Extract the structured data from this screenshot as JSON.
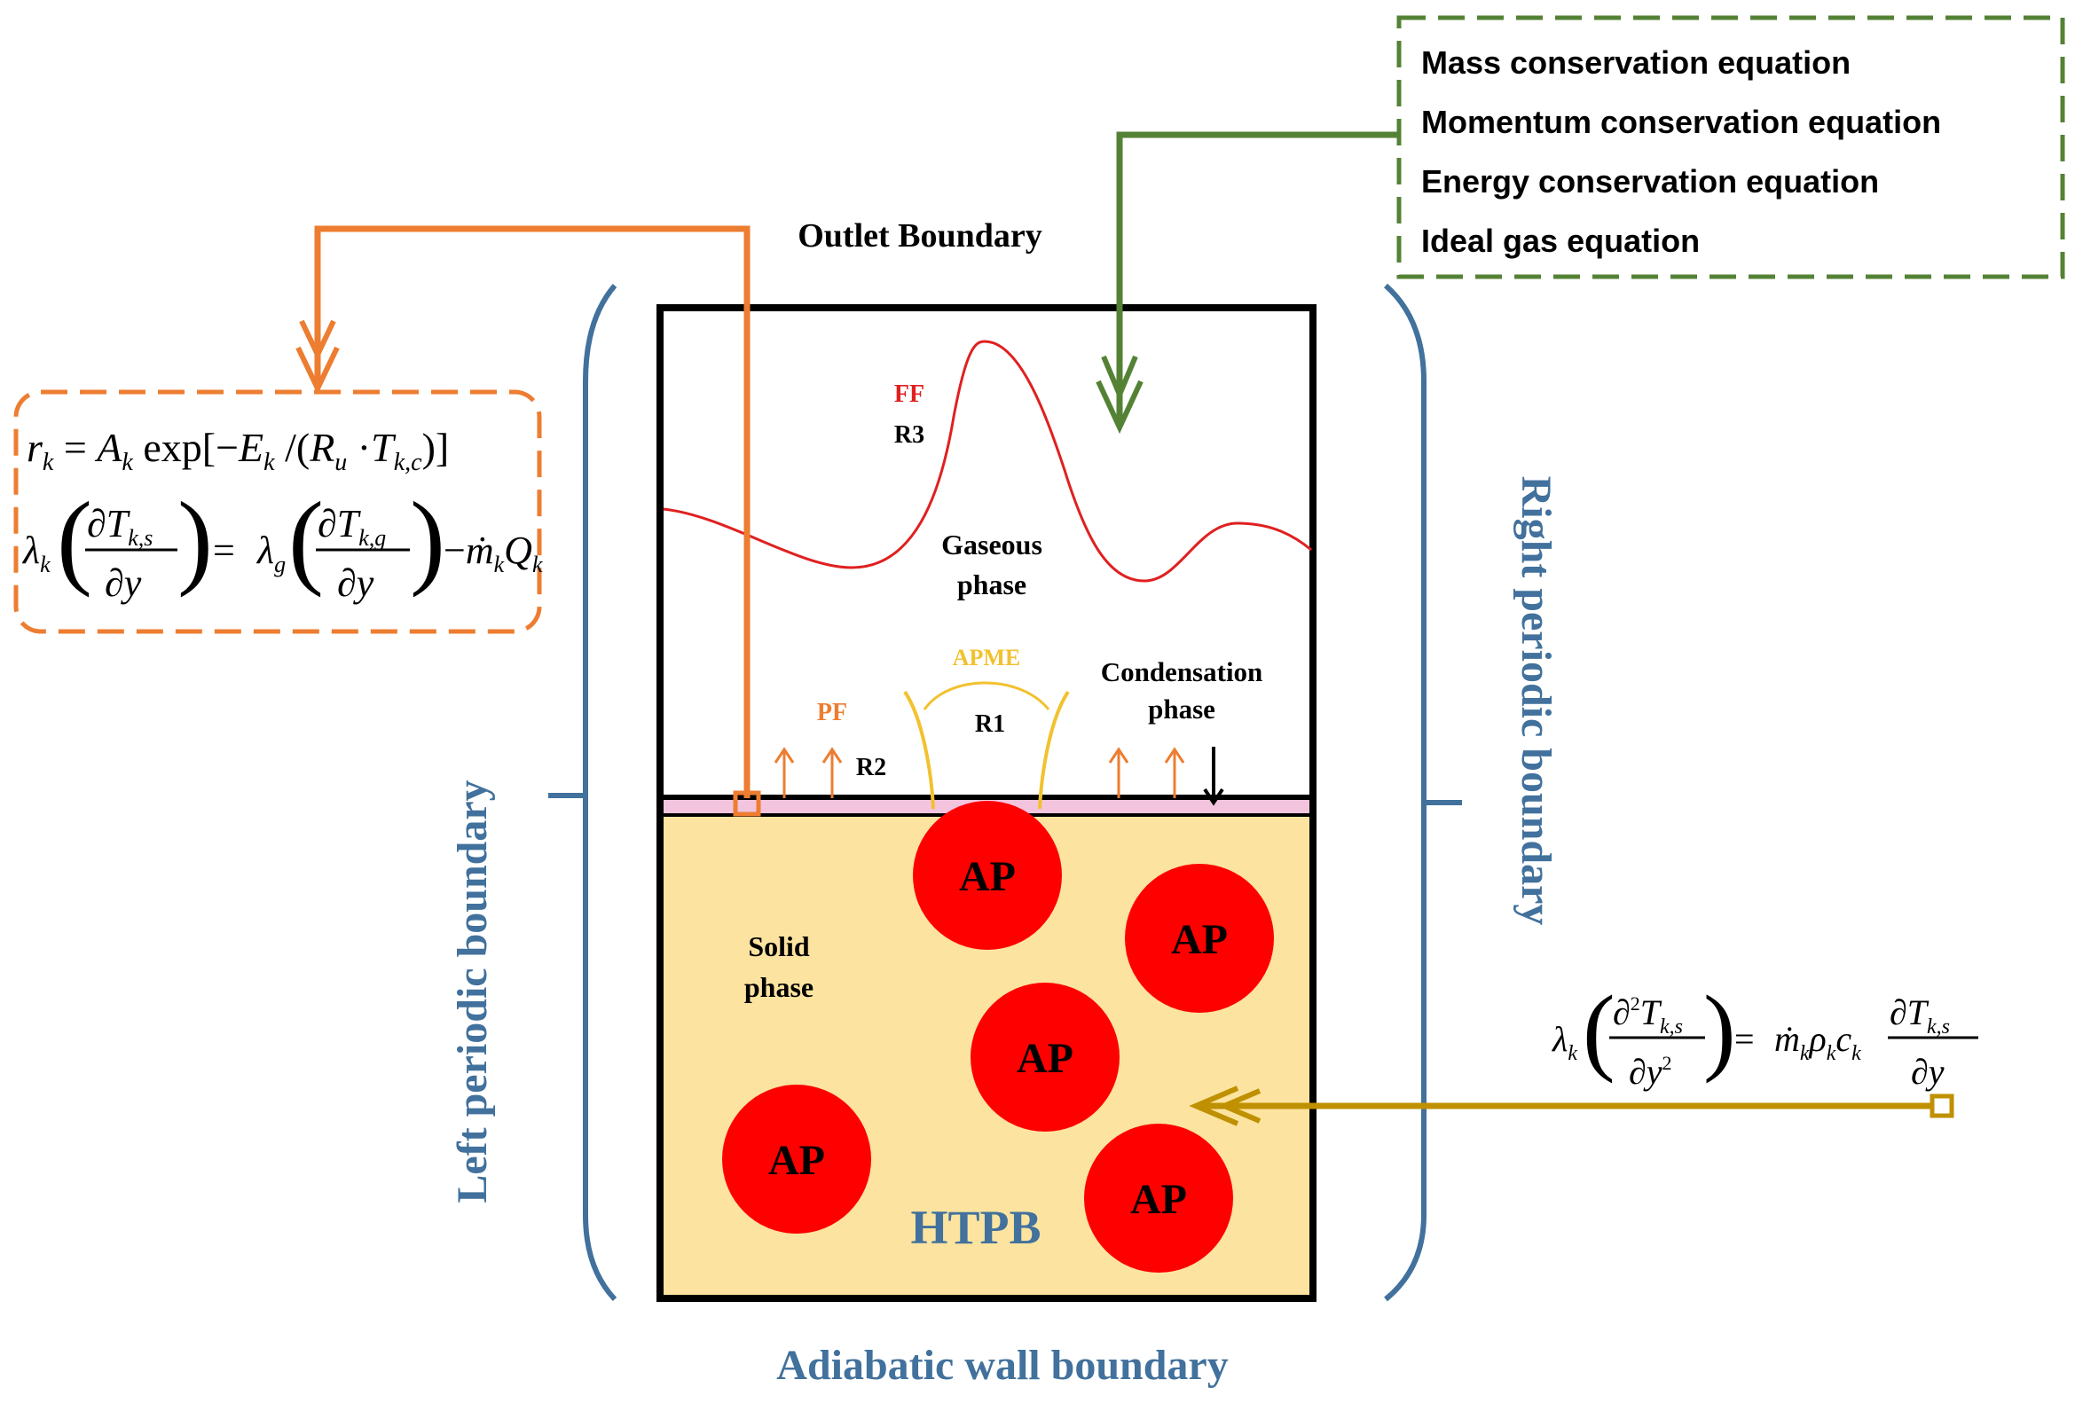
{
  "boundaries": {
    "outlet": "Outlet Boundary",
    "left": "Left periodic boundary",
    "right": "Right periodic boundary",
    "bottom": "Adiabatic wall boundary"
  },
  "regions": {
    "gas_line1": "Gaseous",
    "gas_line2": "phase",
    "cond_line1": "Condensation",
    "cond_line2": "phase",
    "solid_line1": "Solid",
    "solid_line2": "phase",
    "binder": "HTPB"
  },
  "flames": {
    "ff": "FF",
    "r3": "R3",
    "apme": "APME",
    "r1": "R1",
    "pf": "PF",
    "r2": "R2"
  },
  "particles": [
    "AP",
    "AP",
    "AP",
    "AP",
    "AP"
  ],
  "gas_equations": [
    "Mass conservation equation",
    "Momentum conservation equation",
    "Energy conservation equation",
    "Ideal gas equation"
  ],
  "colors": {
    "orange": "#ED7D31",
    "green": "#548235",
    "blue": "#41719C",
    "gold": "#BF9000",
    "flame_red": "#E02020",
    "apme_yellow": "#F2C12E",
    "ap_red": "#FF0000",
    "htpb_fill": "#FCE4A0",
    "surface_pink": "#F2C4DE"
  }
}
